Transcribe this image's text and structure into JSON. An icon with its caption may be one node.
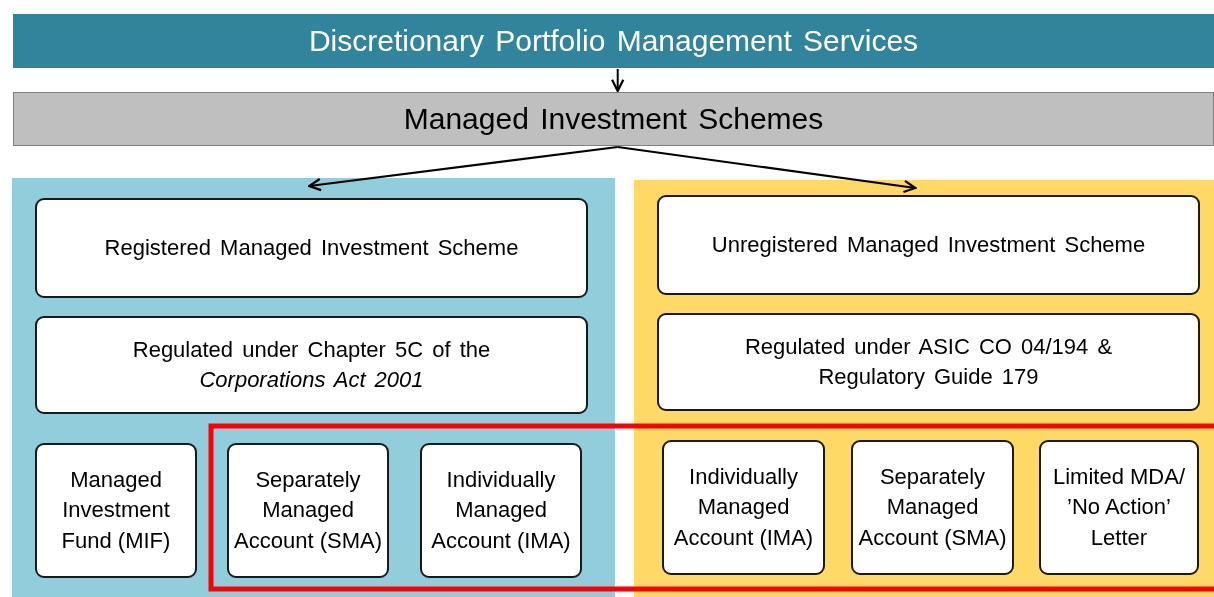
{
  "diagram": {
    "nodes": [
      {
        "text": [
          "Discretionary Portfolio Management Services"
        ]
      },
      {
        "text": [
          "Managed Investment Schemes"
        ]
      },
      {
        "text": [],
        "shape": "box"
      },
      {
        "text": [
          "Registered Managed Investment Scheme"
        ],
        "in": 2
      },
      {
        "text": [
          "Regulated under Chapter 5C of the *Corporations Act 2001*"
        ],
        "in": 2
      },
      {
        "text": [
          "Managed Investment Fund (MIF)"
        ],
        "in": 2
      },
      {
        "text": [
          "Separately Managed Account (SMA)"
        ],
        "in": 2
      },
      {
        "text": [
          "Individually Managed Account (IMA)"
        ],
        "in": 2
      },
      {
        "text": [],
        "shape": "box"
      },
      {
        "text": [
          "Unregistered Managed Investment Scheme"
        ],
        "in": 8
      },
      {
        "text": [
          "Regulated under ASIC CO 04/194 & Regulatory Guide 179"
        ],
        "in": 8
      },
      {
        "text": [
          "Individually Managed Account (IMA)"
        ],
        "in": 8
      },
      {
        "text": [
          "Separately Managed Account (SMA)"
        ],
        "in": 8
      },
      {
        "text": [
          "Limited MDA/ ’No Action’ Letter"
        ],
        "in": 8
      }
    ],
    "edges": [
      {
        "from": 0,
        "to": 1,
        "arrow": "to"
      },
      {
        "from": 1,
        "to": 2,
        "arrow": "to"
      },
      {
        "from": 1,
        "to": 8,
        "arrow": "to"
      }
    ]
  }
}
